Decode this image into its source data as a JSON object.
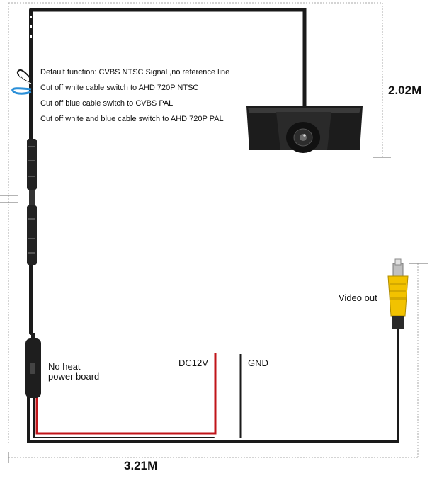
{
  "notes": [
    "Default function: CVBS NTSC Signal ,no reference line",
    "Cut off white cable switch to AHD 720P NTSC",
    "Cut off blue cable switch to CVBS PAL",
    "Cut off white and blue cable switch to AHD 720P PAL"
  ],
  "dimensions": {
    "height": "2.02M",
    "width": "3.21M"
  },
  "labels": {
    "video_out": "Video out",
    "no_heat_line1": "No heat",
    "no_heat_line2": "power board",
    "dc12v": "DC12V",
    "gnd": "GND"
  },
  "colors": {
    "cable": "#1a1a1a",
    "power_wire": "#c0141a",
    "rca_plug": "#f2c200",
    "white_loop": "#ffffff",
    "blue_loop": "#2a8fd8",
    "dimension_line": "#999999"
  },
  "icons": [
    "camera-icon",
    "rca-plug-icon",
    "connector-icon",
    "white-wire-loop-icon",
    "blue-wire-loop-icon"
  ]
}
